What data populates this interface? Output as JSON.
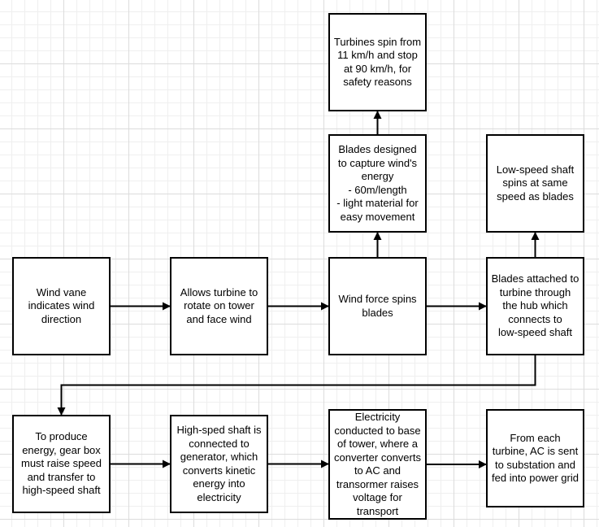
{
  "diagram": {
    "nodes": [
      {
        "id": "top",
        "label": "Turbines spin from\n11 km/h and stop\nat 90 km/h, for\nsafety reasons"
      },
      {
        "id": "blades_design",
        "label": "Blades designed\nto capture wind's\nenergy\n- 60m/length\n- light material for\neasy movement"
      },
      {
        "id": "low_speed",
        "label": "Low-speed shaft\nspins at same\nspeed as blades"
      },
      {
        "id": "wind_vane",
        "label": "Wind vane\nindicates wind\ndirection"
      },
      {
        "id": "allows_turbine",
        "label": "Allows turbine to\nrotate on tower\nand face wind"
      },
      {
        "id": "wind_force",
        "label": "Wind force spins\nblades"
      },
      {
        "id": "blades_attached",
        "label": "Blades attached to\nturbine through\nthe hub which\nconnects to\nlow-speed shaft"
      },
      {
        "id": "gear_box",
        "label": "To produce\nenergy, gear box\nmust raise speed\nand transfer to\nhigh-speed shaft"
      },
      {
        "id": "high_speed",
        "label": "High-sped shaft is\nconnected to\ngenerator, which\nconverts kinetic\nenergy into\nelectricity"
      },
      {
        "id": "electricity",
        "label": "Electricity\nconducted to base\nof tower, where a\nconverter converts\nto AC and\ntransormer raises\nvoltage for\ntransport"
      },
      {
        "id": "from_each",
        "label": "From each\nturbine, AC is sent\nto substation and\nfed into power grid"
      }
    ],
    "edges": [
      {
        "from": "wind_vane",
        "to": "allows_turbine"
      },
      {
        "from": "allows_turbine",
        "to": "wind_force"
      },
      {
        "from": "wind_force",
        "to": "blades_attached"
      },
      {
        "from": "wind_force",
        "to": "blades_design"
      },
      {
        "from": "blades_design",
        "to": "top"
      },
      {
        "from": "blades_attached",
        "to": "low_speed"
      },
      {
        "from": "blades_attached",
        "to": "gear_box"
      },
      {
        "from": "gear_box",
        "to": "high_speed"
      },
      {
        "from": "high_speed",
        "to": "electricity"
      },
      {
        "from": "electricity",
        "to": "from_each"
      }
    ]
  }
}
